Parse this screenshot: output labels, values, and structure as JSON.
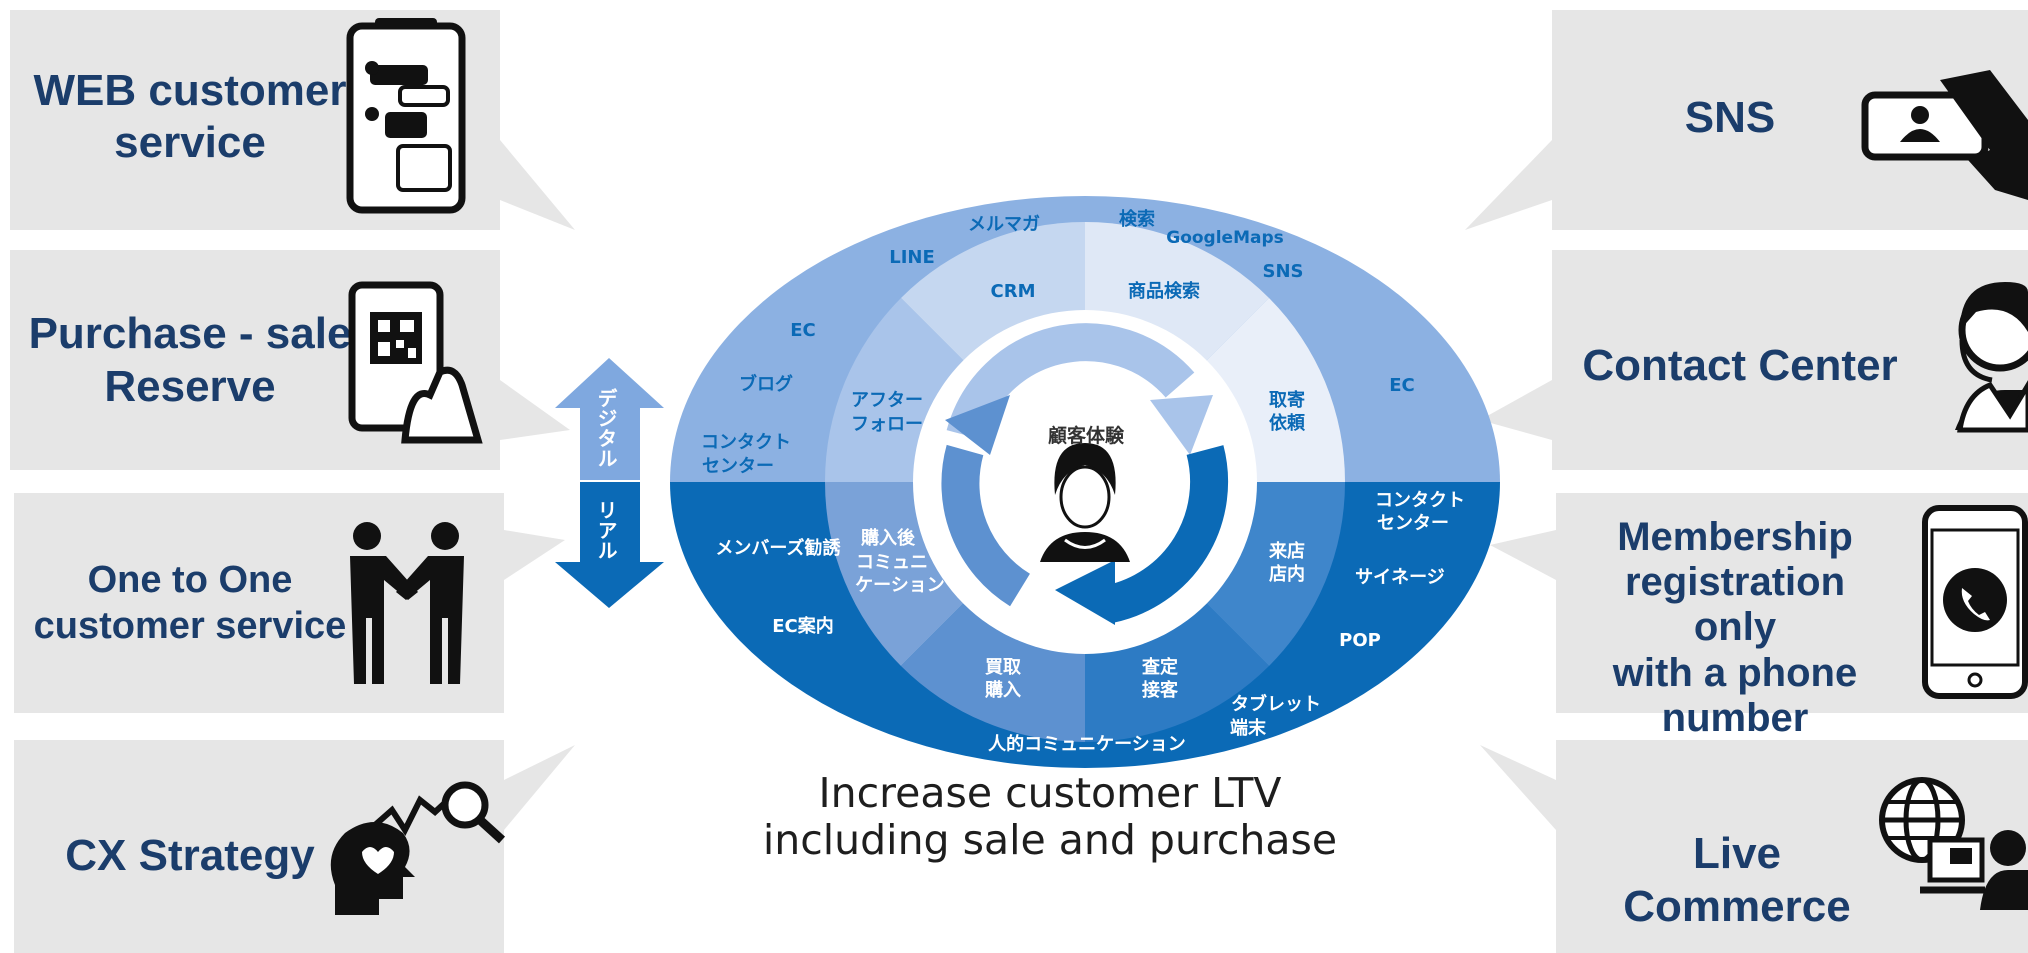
{
  "cards": {
    "web": "WEB customer\nservice",
    "purchase_line1": "Purchase - sale",
    "purchase_line2": "Reserve",
    "one_line1": "One to One",
    "one_line2": "customer service",
    "cx": "CX Strategy",
    "sns": "SNS",
    "contact": "Contact Center",
    "member_l1": "Membership",
    "member_l2": "registration only",
    "member_l3": "with a phone",
    "member_l4": "number",
    "live": "Live Commerce"
  },
  "arrow": {
    "digital": "デジタル",
    "real": "リアル"
  },
  "wheel": {
    "center": "顧客体験",
    "top_outer": [
      "メルマガ",
      "検索",
      "GoogleMaps",
      "LINE",
      "SNS",
      "EC",
      "ブログ",
      "EC",
      "コンタクト",
      "センター"
    ],
    "top_inner": [
      "CRM",
      "商品検索",
      "アフター",
      "フォロー",
      "取寄",
      "依頼"
    ],
    "bottom_outer": [
      "コンタクト",
      "センター",
      "メンバーズ勧誘",
      "サイネージ",
      "POP",
      "EC案内",
      "タブレット",
      "端末",
      "人的コミュニケーション"
    ],
    "bottom_inner": [
      "購入後",
      "コミュニ",
      "ケーション",
      "来店",
      "店内",
      "買取",
      "購入",
      "査定",
      "接客"
    ]
  },
  "caption": {
    "line1": "Increase customer LTV",
    "line2": "including sale and purchase"
  },
  "colors": {
    "dark_blue": "#1b3d6b",
    "card_gray": "#e6e6e6",
    "ring_blue": "#0b6ab6"
  }
}
